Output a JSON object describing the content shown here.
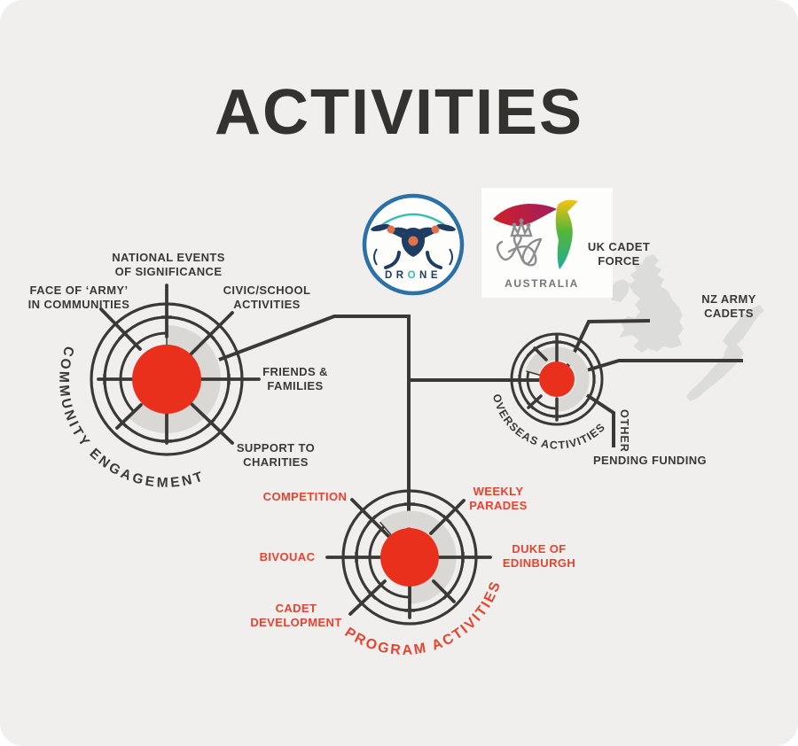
{
  "title": "ACTIVITIES",
  "colors": {
    "background": "#f0efed",
    "line_dark": "#3a3936",
    "hub_red": "#e9301d",
    "label_red": "#e6432f",
    "arc_gray": "#d9d8d5",
    "map_gray": "#dcdcda",
    "drone_navy": "#1e3c64",
    "drone_blue_ring": "#2b71a7",
    "drone_teal": "#3abcb2",
    "drone_orange": "#e0734a",
    "duke_gray": "#8d8d90"
  },
  "drone_logo": {
    "text_dr": "DR",
    "text_o": "O",
    "text_ne": "NE"
  },
  "duke_logo": {
    "country": "AUSTRALIA"
  },
  "uk_label": {
    "line1": "UK CADET",
    "line2": "FORCE"
  },
  "nz_label": {
    "line1": "NZ ARMY",
    "line2": "CADETS"
  },
  "hubs": {
    "community": {
      "name": "COMMUNITY ENGAGEMENT",
      "national_events": {
        "line1": "NATIONAL EVENTS",
        "line2": "OF SIGNIFICANCE"
      },
      "face_of_army": {
        "line1": "FACE OF ‘ARMY’",
        "line2": "IN COMMUNITIES"
      },
      "civic_school": {
        "line1": "CIVIC/SCHOOL",
        "line2": "ACTIVITIES"
      },
      "friends_families": {
        "line1": "FRIENDS &",
        "line2": "FAMILIES"
      },
      "support_charities": {
        "line1": "SUPPORT TO",
        "line2": "CHARITIES"
      }
    },
    "program": {
      "name": "PROGRAM ACTIVITIES",
      "competition": "COMPETITION",
      "weekly_parades": {
        "line1": "WEEKLY",
        "line2": "PARADES"
      },
      "bivouac": "BIVOUAC",
      "duke_of_edinburgh": {
        "line1": "DUKE OF",
        "line2": "EDINBURGH"
      },
      "cadet_development": {
        "line1": "CADET",
        "line2": "DEVELOPMENT"
      }
    },
    "overseas": {
      "name": "OVERSEAS ACTIVITIES",
      "other": "OTHER",
      "pending_funding": "PENDING FUNDING"
    }
  }
}
